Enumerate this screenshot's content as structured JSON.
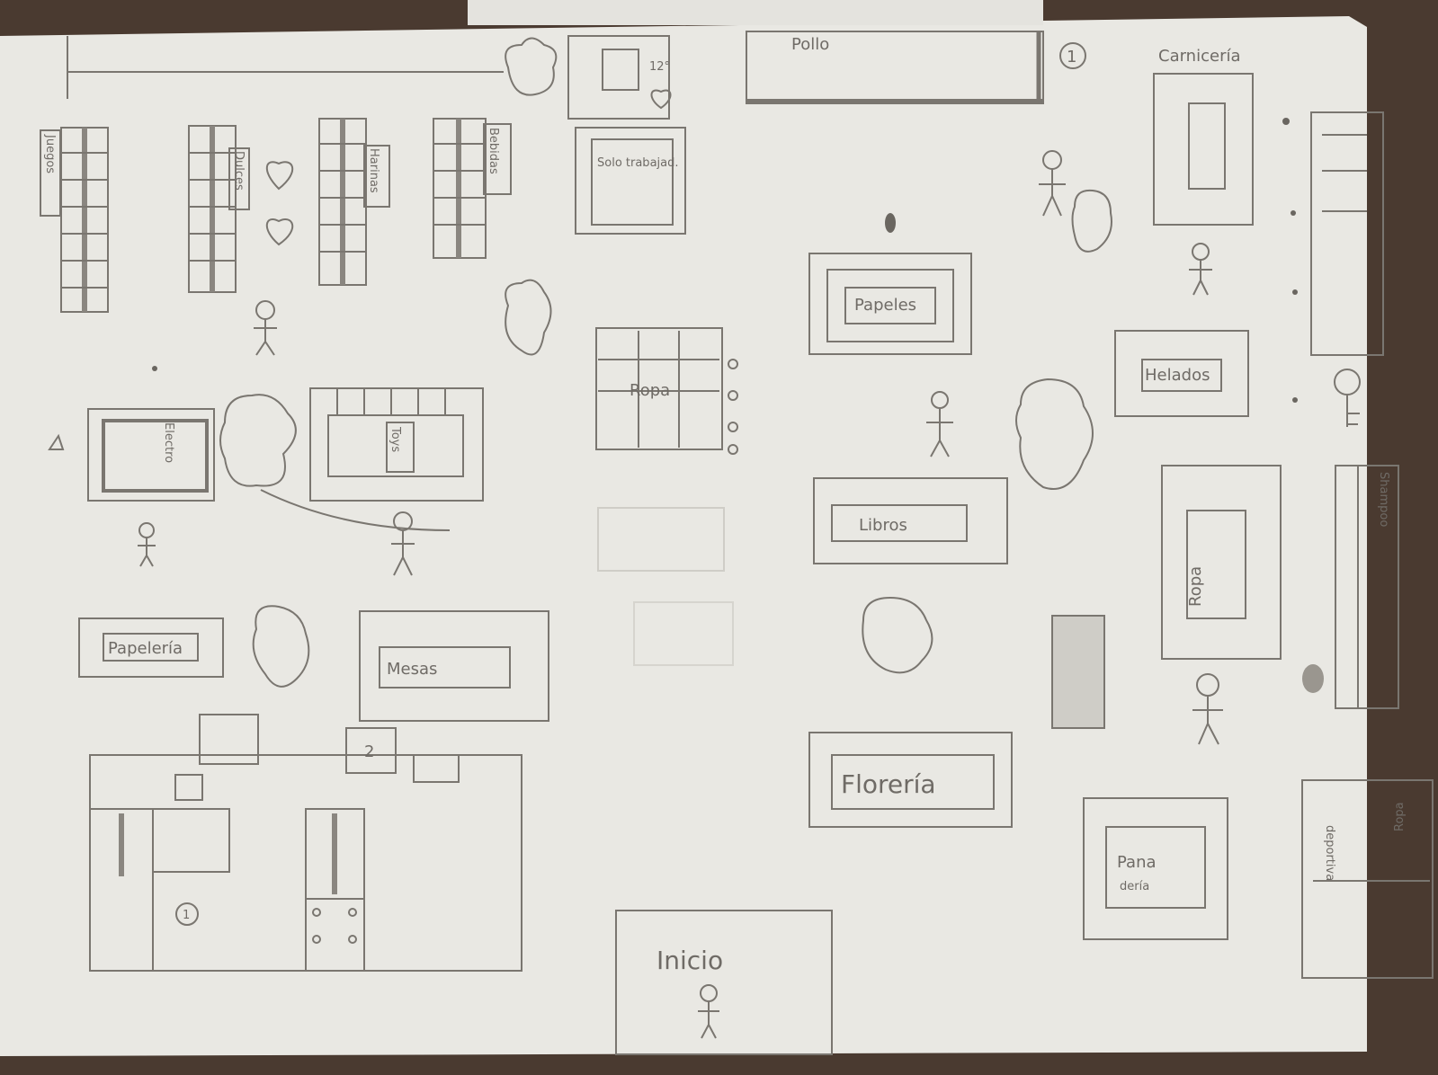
{
  "colors": {
    "paper": "#e9e8e3",
    "pencil": "#7a7670",
    "pencil_dark": "#55524d",
    "table": "#4a3a30"
  },
  "labels": {
    "pollo": "Pollo",
    "floor_number": "1",
    "carniceria": "Carnicería",
    "juegos": "Juegos",
    "dulces": "Dulces",
    "harinas": "Harinas",
    "bebidas": "Bebidas",
    "fridge_number": "12°",
    "solo_trabajadores": "Solo trabajad.",
    "papeles": "Papeles",
    "helados": "Helados",
    "ropa": "Ropa",
    "electronica": "Electro",
    "toys": "Toys",
    "libros": "Libros",
    "ropa_vertical": "Ropa",
    "shampoo": "Shampoo",
    "papeleria": "Papelería",
    "mesas": "Mesas",
    "floreria": "Florería",
    "panaderia_1": "Pana",
    "panaderia_2": "dería",
    "ropa_deportiva_1": "Ropa",
    "ropa_deportiva_2": "deportiva",
    "inicio": "Inicio",
    "box_number": "2",
    "circle_number_bottom": "1"
  }
}
